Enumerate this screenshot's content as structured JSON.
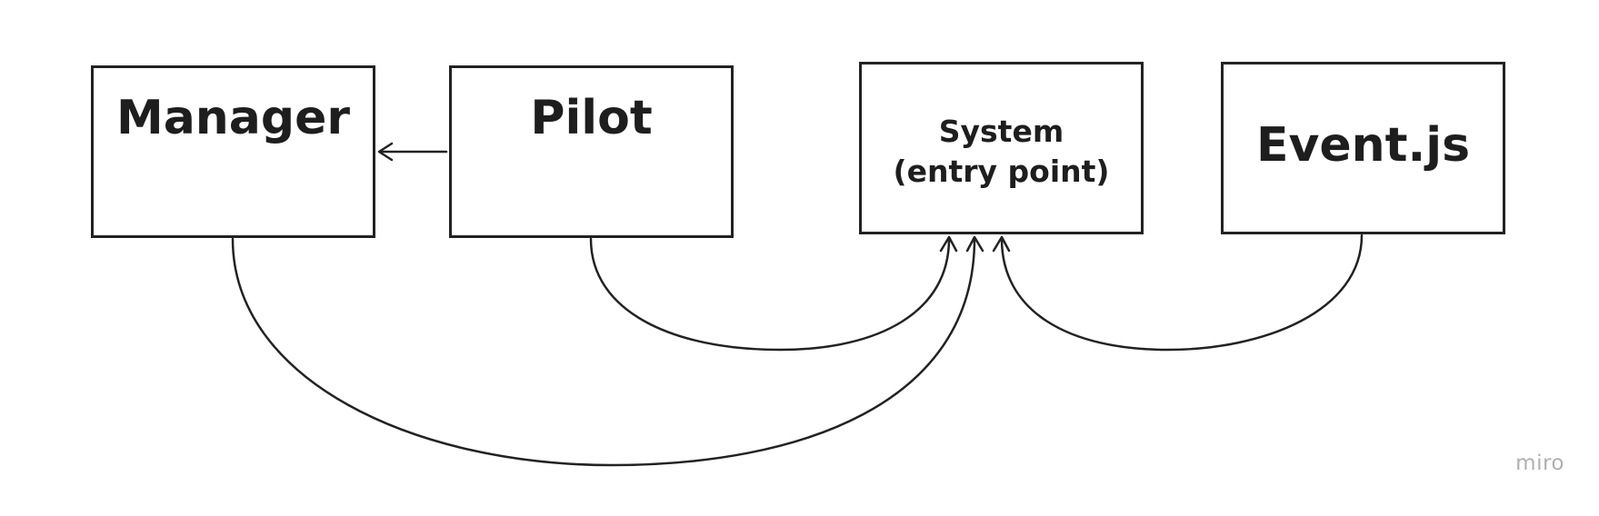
{
  "diagram": {
    "nodes": {
      "manager": {
        "label": "Manager"
      },
      "pilot": {
        "label": "Pilot"
      },
      "system": {
        "label": "System\n(entry point)"
      },
      "event": {
        "label": "Event.js"
      }
    },
    "edges": [
      {
        "from": "Pilot",
        "to": "Manager"
      },
      {
        "from": "Manager",
        "to": "System"
      },
      {
        "from": "Pilot",
        "to": "System"
      },
      {
        "from": "Event.js",
        "to": "System"
      }
    ],
    "colors": {
      "stroke": "#222222",
      "text": "#1e1e1e",
      "watermark": "#b0b0b0",
      "background": "#ffffff"
    }
  },
  "watermark": "miro"
}
